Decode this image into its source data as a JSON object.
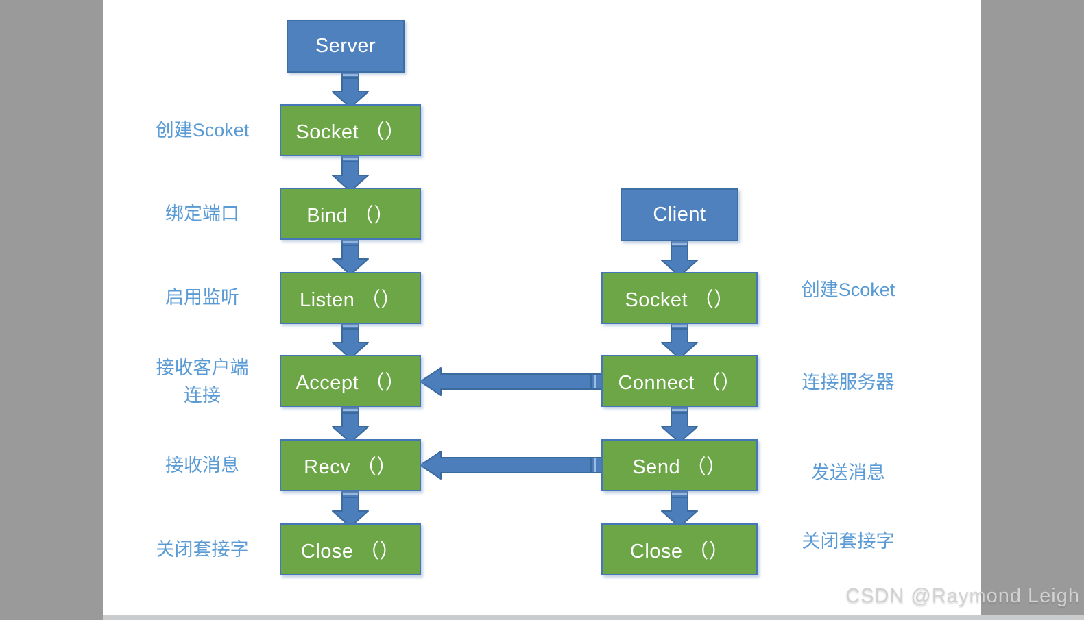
{
  "watermark": "CSDN @Raymond Leigh",
  "server": {
    "header": "Server",
    "steps": [
      "Socket （）",
      "Bind （）",
      "Listen （）",
      "Accept （）",
      "Recv （）",
      "Close （）"
    ],
    "labels": [
      "创建Scoket",
      "绑定端口",
      "启用监听",
      "接收客户端\n连接",
      "接收消息",
      "关闭套接字"
    ]
  },
  "client": {
    "header": "Client",
    "steps": [
      "Socket （）",
      "Connect （）",
      "Send （）",
      "Close （）"
    ],
    "labels": [
      "创建Scoket",
      "连接服务器",
      "发送消息",
      "关闭套接字"
    ]
  },
  "connections": [
    {
      "from": "Connect （）",
      "to": "Accept （）"
    },
    {
      "from": "Send （）",
      "to": "Recv （）"
    }
  ],
  "colors": {
    "header_blue": "#4E81BD",
    "step_green": "#6CA647",
    "arrow_blue": "#4D7EBC",
    "arrow_outline": "#3A6A9E",
    "label_blue": "#5B9BD5",
    "frame_gray": "#9A9A9A"
  }
}
